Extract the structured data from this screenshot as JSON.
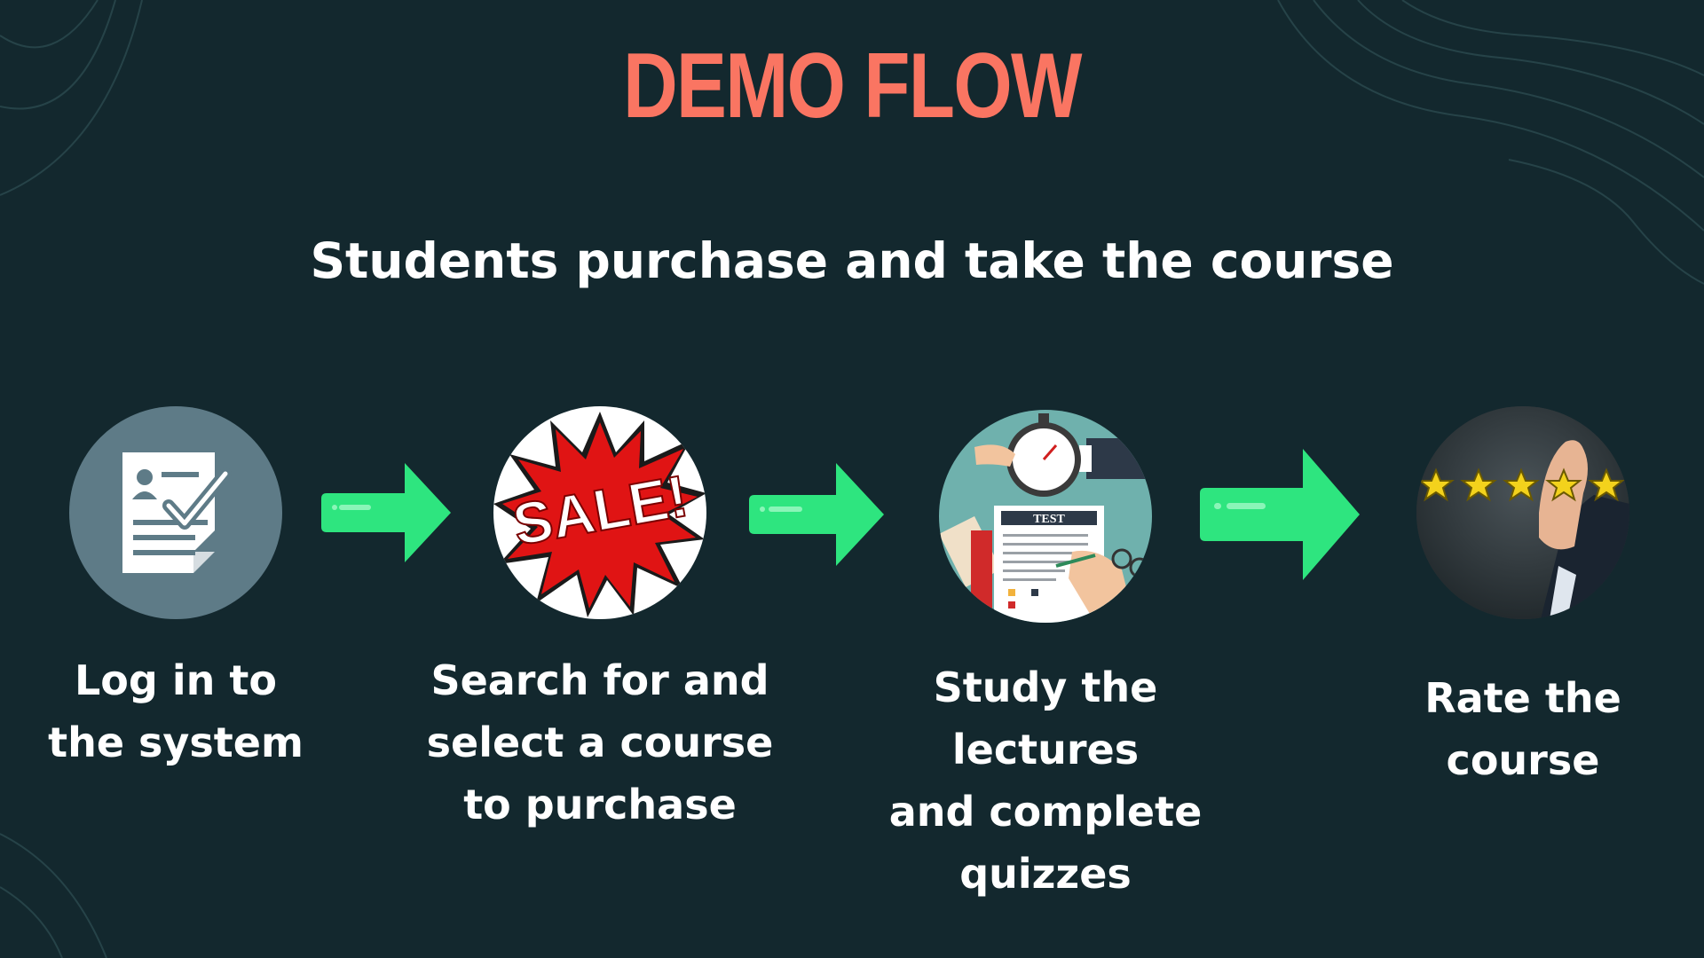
{
  "title": "DEMO FLOW",
  "subtitle": "Students purchase and take the course",
  "steps": [
    {
      "label_line1": "Log in to",
      "label_line2": "the system",
      "label_line3": "",
      "icon": "registration-form-icon"
    },
    {
      "label_line1": "Search for and",
      "label_line2": "select a course",
      "label_line3": "to purchase",
      "icon": "sale-burst-icon",
      "icon_text": "SALE!"
    },
    {
      "label_line1": "Study the lectures",
      "label_line2": "and complete",
      "label_line3": "quizzes",
      "icon": "test-stopwatch-icon",
      "icon_text": "TEST"
    },
    {
      "label_line1": "Rate the",
      "label_line2": "course",
      "label_line3": "",
      "icon": "five-star-rating-icon"
    }
  ],
  "colors": {
    "background": "#13282e",
    "title": "#fa7562",
    "text": "#ffffff",
    "arrow": "#2ee57f",
    "sale_red": "#e01414"
  }
}
